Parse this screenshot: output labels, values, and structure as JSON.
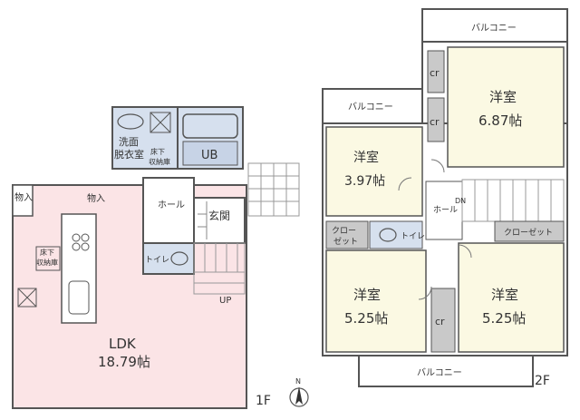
{
  "floor1": {
    "label": "1F",
    "ldk_name": "LDK",
    "ldk_size": "18.79帖",
    "storage_left": "物入",
    "storage_top": "物入",
    "underfloor_storage": [
      "床下",
      "収納庫"
    ],
    "washroom": [
      "洗面",
      "脱衣室"
    ],
    "washroom_underfloor": [
      "床下",
      "収納庫"
    ],
    "bath": "UB",
    "hall": "ホール",
    "entrance": "玄関",
    "toilet": "トイレ",
    "stairs_up": "UP"
  },
  "floor2": {
    "label": "2F",
    "balcony_top": "バルコニー",
    "balcony_left": "バルコニー",
    "balcony_bottom": "バルコニー",
    "room_a_name": "洋室",
    "room_a_size": "6.87帖",
    "room_b_name": "洋室",
    "room_b_size": "3.97帖",
    "room_c_name": "洋室",
    "room_c_size": "5.25帖",
    "room_d_name": "洋室",
    "room_d_size": "5.25帖",
    "cr_1": "cr",
    "cr_2": "cr",
    "cr_3": "cr",
    "closet_left": [
      "クロー",
      "ゼット"
    ],
    "closet_right": "クローゼット",
    "toilet": "トイレ",
    "hall": "ホール",
    "stairs_dn": "DN"
  },
  "compass": "N",
  "colors": {
    "ldk": "#fbe4e6",
    "room": "#fbf9e3",
    "wet": "#d6e0ee",
    "closet": "#c9c9c9",
    "wall": "#555555"
  }
}
